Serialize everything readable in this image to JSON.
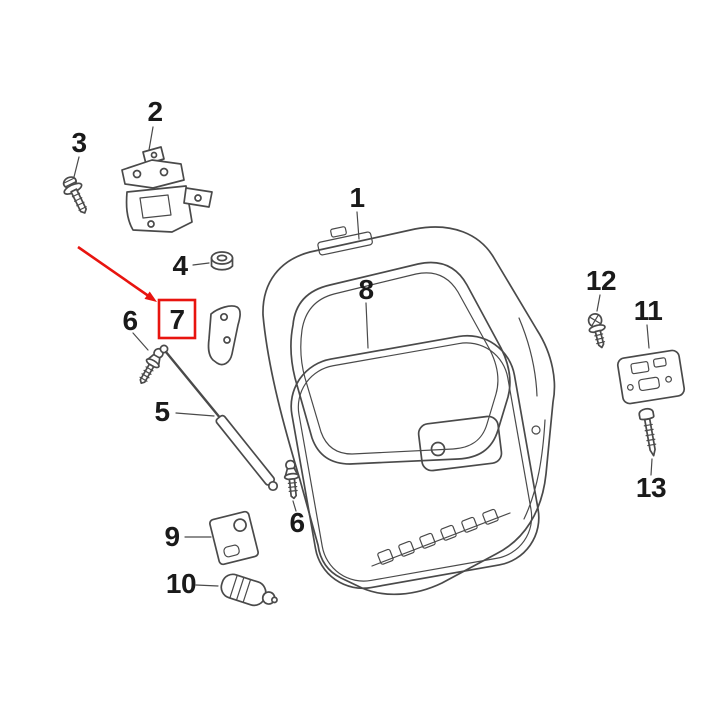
{
  "diagram": {
    "type": "exploded-parts-diagram",
    "background_color": "#ffffff",
    "line_color": "#4a4a4a",
    "label_color": "#1a1a1a",
    "highlight_color": "#e8140f",
    "highlighted_callout": "7",
    "callouts": [
      {
        "label": "1"
      },
      {
        "label": "2"
      },
      {
        "label": "3"
      },
      {
        "label": "4"
      },
      {
        "label": "5"
      },
      {
        "label": "6"
      },
      {
        "label": "6"
      },
      {
        "label": "7"
      },
      {
        "label": "8"
      },
      {
        "label": "9"
      },
      {
        "label": "10"
      },
      {
        "label": "11"
      },
      {
        "label": "12"
      },
      {
        "label": "13"
      }
    ]
  }
}
